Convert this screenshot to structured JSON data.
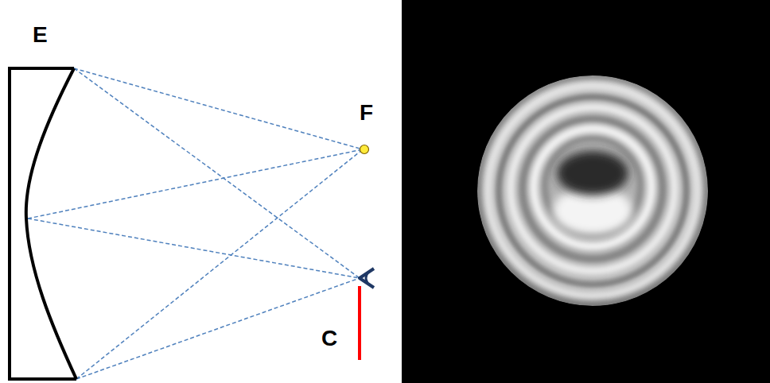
{
  "diagram": {
    "labels": [
      "E",
      "F",
      "C"
    ]
  }
}
